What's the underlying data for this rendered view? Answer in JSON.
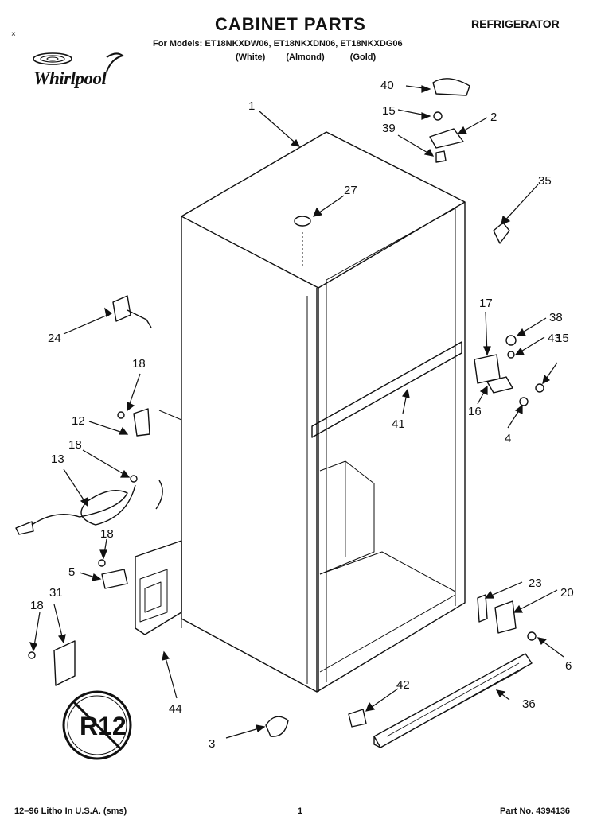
{
  "header": {
    "title": "CABINET PARTS",
    "category": "REFRIGERATOR",
    "models_label": "For Models: ET18NKXDW06, ET18NKXDN06, ET18NKXDG06",
    "color_white": "(White)",
    "color_almond": "(Almond)",
    "color_gold": "(Gold)"
  },
  "brand": {
    "name": "Whirlpool",
    "corner_mark": "×"
  },
  "callouts": [
    "1",
    "2",
    "3",
    "4",
    "5",
    "6",
    "12",
    "13",
    "15",
    "15",
    "16",
    "17",
    "18",
    "18",
    "18",
    "18",
    "20",
    "23",
    "24",
    "27",
    "31",
    "35",
    "36",
    "38",
    "39",
    "40",
    "41",
    "42",
    "43",
    "44"
  ],
  "footer": {
    "left": "12–96 Litho In U.S.A. (sms)",
    "center": "1",
    "right": "Part No. 4394136"
  },
  "seal": {
    "text": "R12"
  }
}
